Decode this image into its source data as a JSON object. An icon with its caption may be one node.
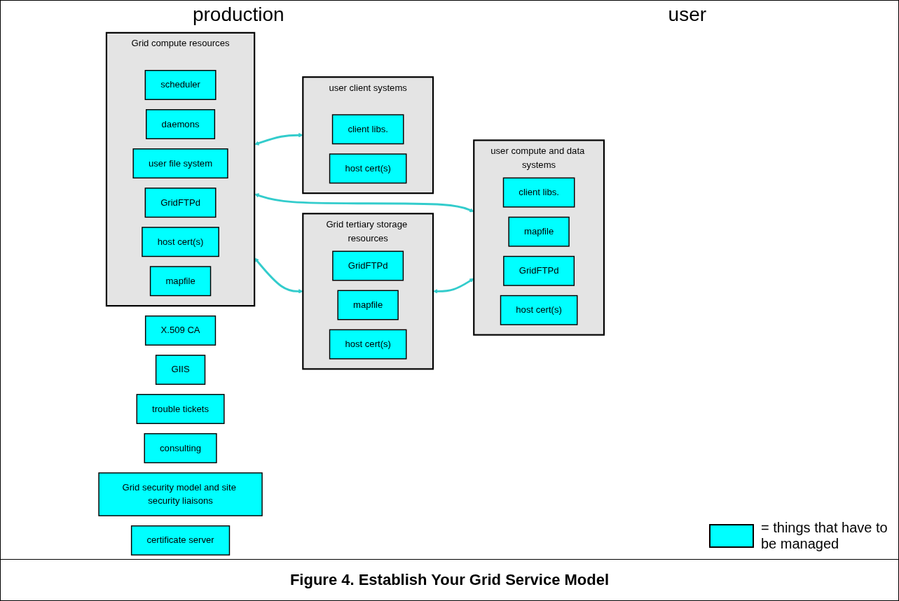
{
  "diagram": {
    "caption": "Figure 4. Establish Your Grid Service Model",
    "nodes": [
      {
        "text": [
          "X.509 CA"
        ]
      },
      {
        "text": [
          "GIIS"
        ]
      },
      {
        "text": [
          "trouble tickets"
        ]
      },
      {
        "text": [
          "consulting"
        ]
      },
      {
        "text": [
          "Grid security model and site security liaisons"
        ]
      },
      {
        "text": [
          "certificate server"
        ]
      },
      {
        "text": [
          "Grid compute resources"
        ]
      },
      {
        "text": [
          "scheduler"
        ],
        "in": 6
      },
      {
        "text": [
          "daemons"
        ],
        "in": 6
      },
      {
        "text": [
          "user file system"
        ],
        "in": 6
      },
      {
        "text": [
          "GridFTPd"
        ],
        "in": 6
      },
      {
        "text": [
          "host cert(s)"
        ],
        "in": 6
      },
      {
        "text": [
          "mapfile"
        ],
        "in": 6
      },
      {
        "text": [
          "Grid tertiary storage resources"
        ]
      },
      {
        "text": [
          "GridFTPd"
        ],
        "in": 13
      },
      {
        "text": [
          "mapfile"
        ],
        "in": 13
      },
      {
        "text": [
          "host cert(s)"
        ],
        "in": 13
      },
      {
        "text": [
          "user client systems"
        ]
      },
      {
        "text": [
          "client libs."
        ],
        "in": 17
      },
      {
        "text": [
          "host cert(s)"
        ],
        "in": 17
      },
      {
        "text": [
          "user compute and data systems"
        ]
      },
      {
        "text": [
          "client libs."
        ],
        "in": 20
      },
      {
        "text": [
          "mapfile"
        ],
        "in": 20
      },
      {
        "text": [
          "GridFTPd"
        ],
        "in": 20
      },
      {
        "text": [
          "host cert(s)"
        ],
        "in": 20
      }
    ],
    "edges": [
      {
        "from": 6,
        "to": 17,
        "arrow": "both"
      },
      {
        "from": 6,
        "to": 20,
        "arrow": "both"
      },
      {
        "from": 6,
        "to": 13,
        "arrow": "both"
      },
      {
        "from": 13,
        "to": 20,
        "arrow": "both"
      }
    ],
    "labels": [
      "production",
      "user"
    ],
    "legend": [
      {
        "text": "= things that have to be managed",
        "color": "#00ffff"
      }
    ]
  }
}
